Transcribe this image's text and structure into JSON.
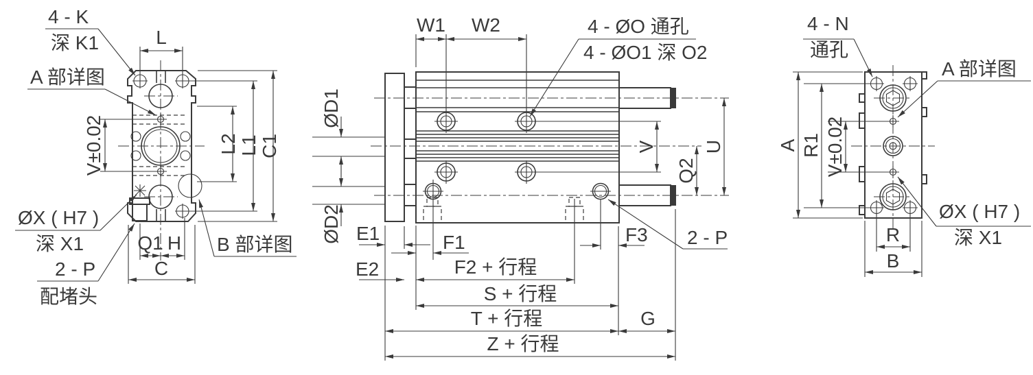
{
  "colors": {
    "line": "#3a3a3a",
    "background": "#ffffff"
  },
  "front": {
    "leader_4k_line1": "4 - K",
    "leader_4k_line2": "深 K1",
    "leader_a_detail": "A 部详图",
    "dim_l": "L",
    "dim_v": "V±0.02",
    "dim_l2": "L2",
    "dim_l1": "L1",
    "dim_c1": "C1",
    "leader_x_line1": "ØX ( H7 )",
    "leader_x_line2": "深 X1",
    "leader_2p_line1": "2 - P",
    "leader_2p_line2": "配堵头",
    "leader_b_detail": "B 部详图",
    "dim_q1": "Q1",
    "dim_h": "H",
    "dim_c": "C"
  },
  "side": {
    "dim_w1": "W1",
    "dim_w2": "W2",
    "leader_o_line1": "4 - ØO 通孔",
    "leader_o_line2": "4 - ØO1 深 O2",
    "dim_d1": "ØD1",
    "dim_d2": "ØD2",
    "dim_v": "V",
    "dim_u": "U",
    "dim_q2": "Q2",
    "dim_e1": "E1",
    "dim_f1": "F1",
    "dim_e2": "E2",
    "dim_f2": "F2 + 行程",
    "dim_s": "S + 行程",
    "dim_t": "T + 行程",
    "dim_z": "Z + 行程",
    "dim_f3": "F3",
    "dim_g": "G",
    "leader_2p": "2 - P"
  },
  "end": {
    "leader_4n_line1": "4 - N",
    "leader_4n_line2": "通孔",
    "leader_a_detail": "A 部详图",
    "dim_a": "A",
    "dim_r1": "R1",
    "dim_v": "V±0.02",
    "leader_x_line1": "ØX ( H7 )",
    "leader_x_line2": "深 X1",
    "dim_r": "R",
    "dim_b": "B"
  }
}
